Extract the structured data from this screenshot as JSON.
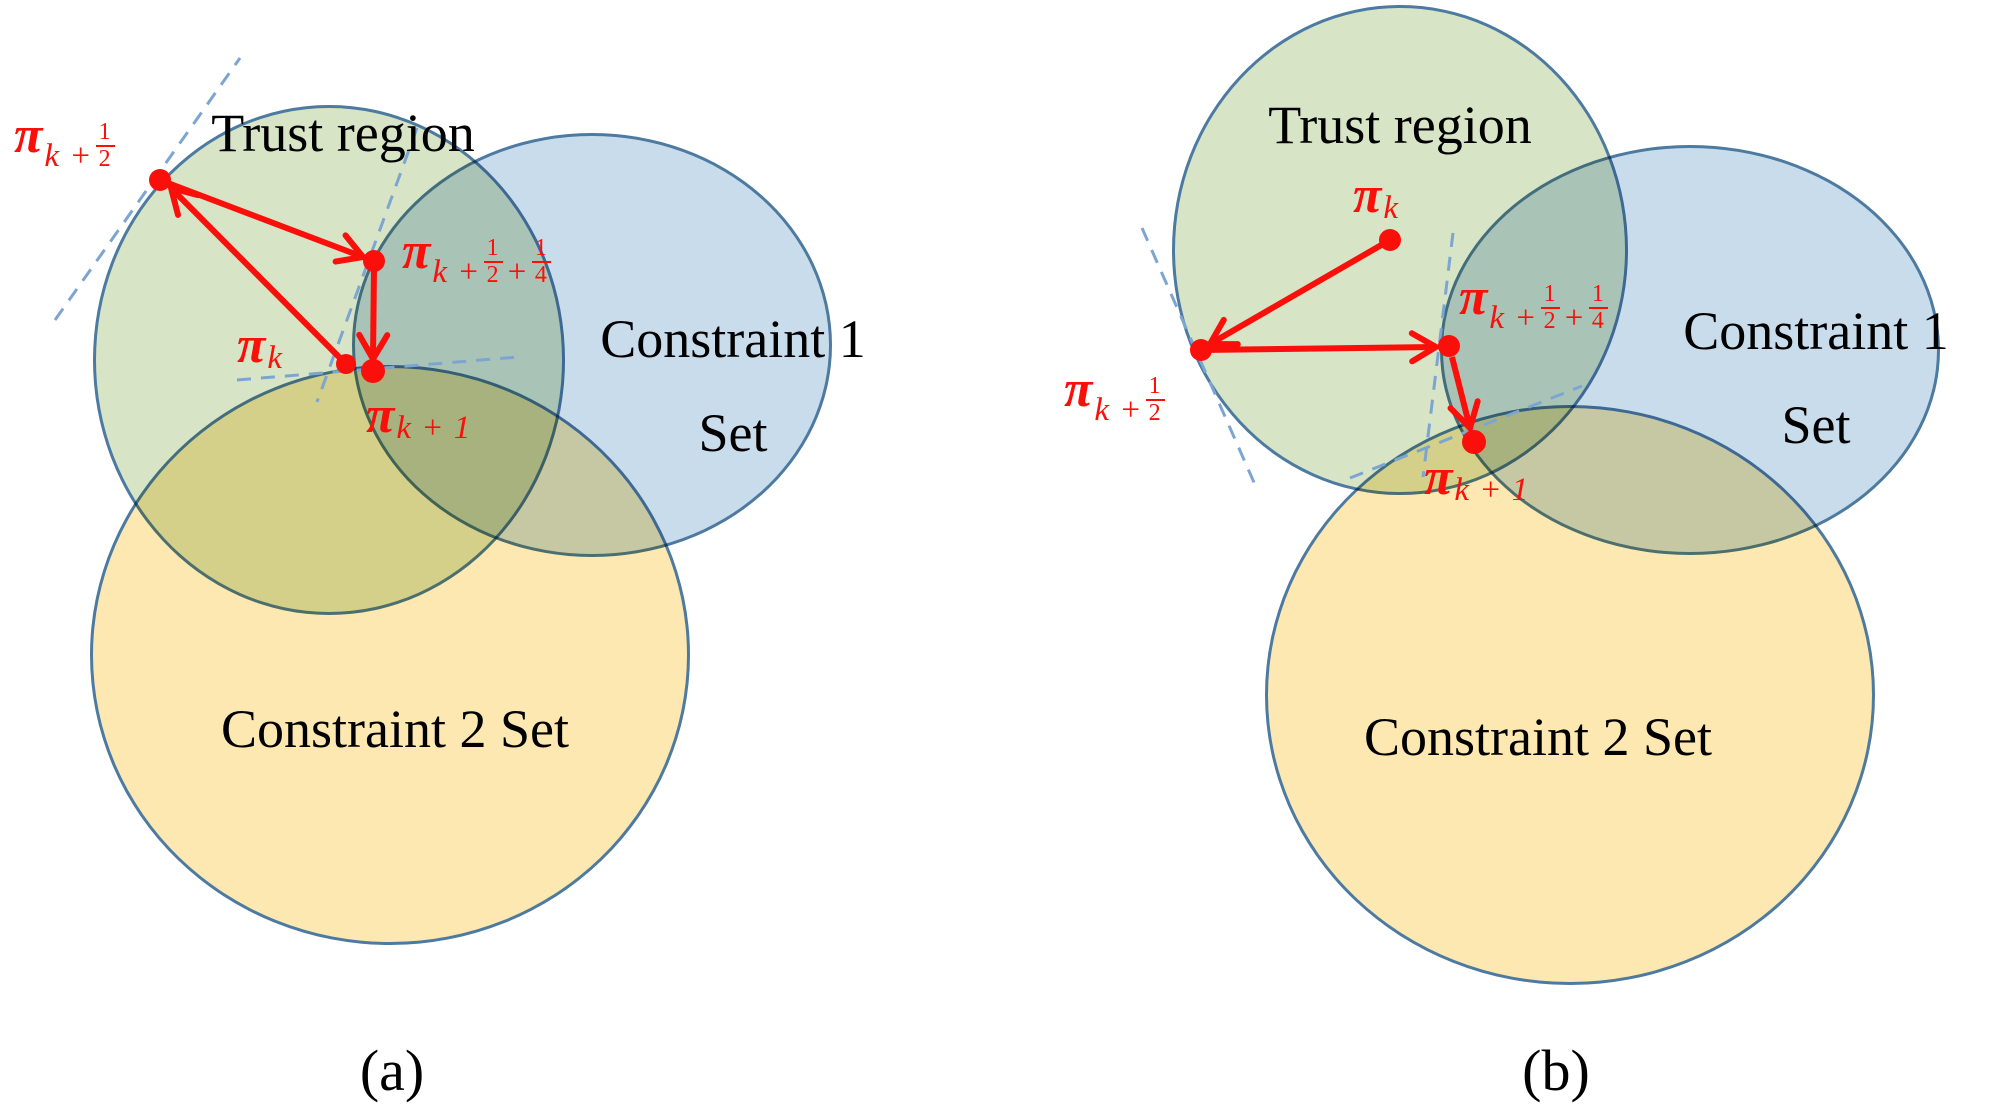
{
  "figure": {
    "caption_a": "(a)",
    "caption_b": "(b)"
  },
  "regions": {
    "trust_region": "Trust region",
    "constraint1_line1": "Constraint 1",
    "constraint1_line2": "Set",
    "constraint2": "Constraint 2 Set"
  },
  "math": {
    "pi": "π",
    "sub_k": "k",
    "sub_k_plus": "k +",
    "sub_k_plus_1": "k + 1",
    "plus": "+",
    "num_1": "1",
    "den_2": "2",
    "den_4": "4"
  },
  "colors": {
    "red": "#fa0f0a",
    "edge": "#4d7aa0",
    "dash": "#7da5d2",
    "green-fill": "#d7e4c6",
    "blue-fill": "#c9dcec",
    "yellow-fill": "#fce8b0"
  }
}
